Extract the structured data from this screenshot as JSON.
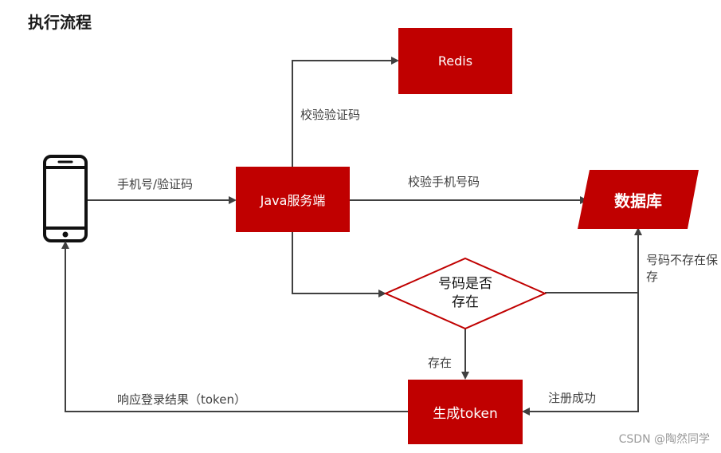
{
  "title": "执行流程",
  "nodes": {
    "redis": "Redis",
    "java_server": "Java服务端",
    "database": "数据库",
    "decision": "号码是否存在",
    "generate_token": "生成token"
  },
  "edge_labels": {
    "phone_to_server": "手机号/验证码",
    "verify_code": "校验验证码",
    "verify_phone": "校验手机号码",
    "exists": "存在",
    "not_exists_save": "号码不存在保存",
    "register_success": "注册成功",
    "response_login": "响应登录结果（token）"
  },
  "watermark": "CSDN @陶然同学",
  "colors": {
    "box_red": "#c00000",
    "line_gray": "#404040"
  }
}
